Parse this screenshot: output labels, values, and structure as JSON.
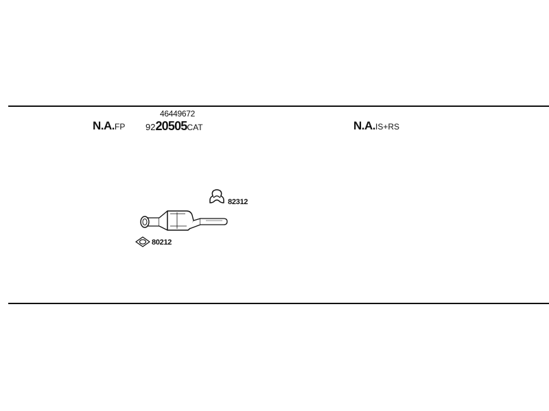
{
  "header": {
    "left": {
      "code": "N.A.",
      "suffix": "FP"
    },
    "right": {
      "code": "N.A.",
      "suffix": "IS+RS"
    }
  },
  "part_reference": {
    "top_number": "46449672",
    "prefix": "92",
    "main": "20505",
    "suffix": "CAT"
  },
  "parts": {
    "clamp": {
      "number": "82312",
      "icon": "clamp-icon"
    },
    "gasket": {
      "number": "80212",
      "icon": "gasket-icon"
    },
    "catalytic_converter": {
      "icon": "catalytic-converter-icon"
    }
  }
}
